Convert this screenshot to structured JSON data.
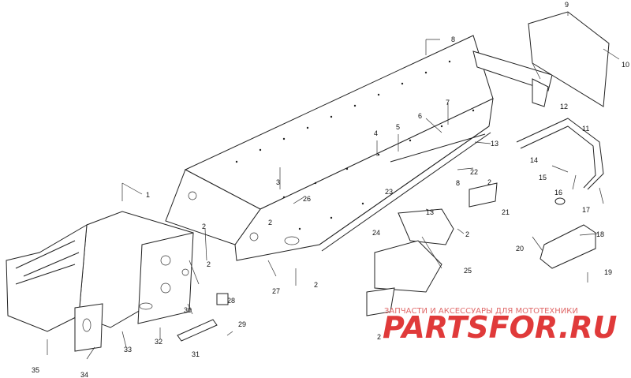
{
  "diagram": {
    "part_labels": [
      "1",
      "2",
      "2",
      "2",
      "2",
      "2",
      "2",
      "2",
      "3",
      "4",
      "5",
      "6",
      "7",
      "8",
      "8",
      "9",
      "10",
      "11",
      "12",
      "13",
      "13",
      "14",
      "15",
      "16",
      "17",
      "18",
      "19",
      "20",
      "21",
      "22",
      "23",
      "24",
      "25",
      "26",
      "27",
      "28",
      "29",
      "30",
      "31",
      "32",
      "33",
      "34",
      "35"
    ]
  },
  "watermark": {
    "caption": "ЗАПЧАСТИ И АКСЕССУАРЫ ДЛЯ МОТОТЕХНИКИ",
    "logo_part1": "PARTS",
    "logo_part2": "FOR.RU",
    "color_primary": "#e03a3a",
    "color_accent": "#1a1a1a"
  }
}
